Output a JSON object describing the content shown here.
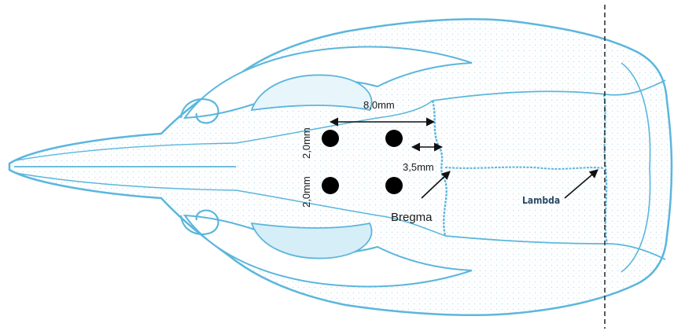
{
  "diagram": {
    "colors": {
      "bone_stroke": "#5bb6dc",
      "bone_fill": "#ffffff",
      "bone_stipple": "#7cc7e6",
      "marker": "#000000",
      "arrow": "#111111",
      "reference_line": "#333333"
    },
    "labels": {
      "distance_long": "8,0mm",
      "distance_short": "3,5mm",
      "distance_upper_lateral": "2,0mm",
      "distance_lower_lateral": "2,0mm",
      "bregma": "Bregma",
      "lambda": "Lambda"
    },
    "injection_sites_count": 4
  }
}
